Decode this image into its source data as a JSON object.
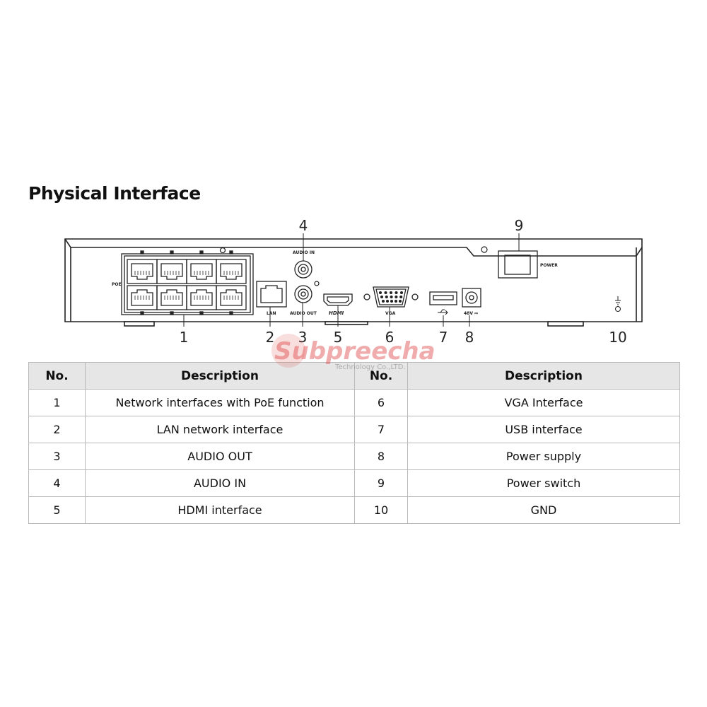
{
  "page": {
    "title": "Physical Interface"
  },
  "device": {
    "panel_labels": {
      "poe": "POE",
      "lan": "LAN",
      "audio_in": "AUDIO IN",
      "audio_out": "AUDIO OUT",
      "hdmi": "HDMI",
      "vga": "VGA",
      "dc": "48V ⎓",
      "power": "POWER"
    },
    "callouts": [
      "1",
      "2",
      "3",
      "4",
      "5",
      "6",
      "7",
      "8",
      "9",
      "10"
    ]
  },
  "table": {
    "headers": [
      "No.",
      "Description",
      "No.",
      "Description"
    ],
    "rows": [
      [
        "1",
        "Network interfaces with PoE function",
        "6",
        "VGA Interface"
      ],
      [
        "2",
        "LAN network interface",
        "7",
        "USB interface"
      ],
      [
        "3",
        "AUDIO OUT",
        "8",
        "Power supply"
      ],
      [
        "4",
        "AUDIO IN",
        "9",
        "Power switch"
      ],
      [
        "5",
        "HDMI interface",
        "10",
        "GND"
      ]
    ]
  },
  "watermark": {
    "brand": "Subpreecha",
    "sub": "Technology Co.,LTD."
  },
  "colors": {
    "header_bg": "#e6e6e6",
    "border": "#b8b8b8",
    "watermark": "#e04a4a"
  }
}
